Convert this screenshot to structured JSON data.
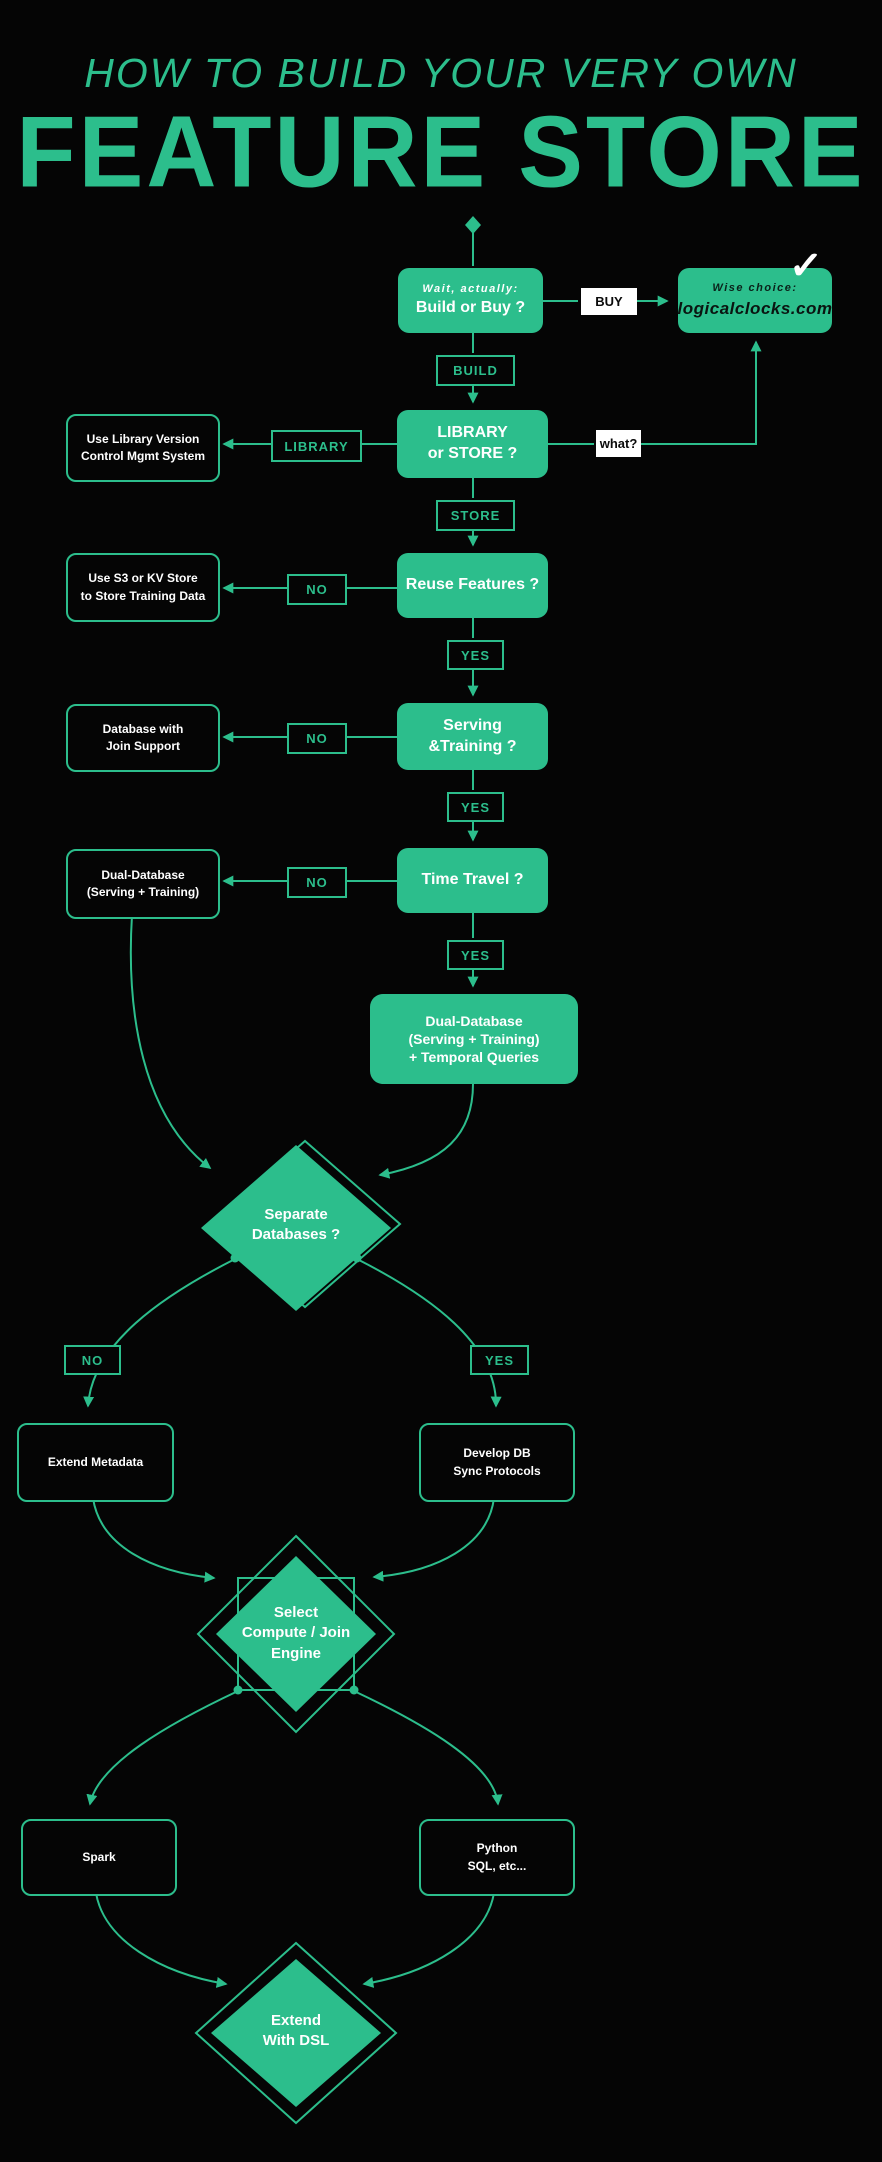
{
  "colors": {
    "accent": "#2cbe8c",
    "background": "#050505",
    "white_tag_bg": "#ffffff",
    "white_text": "#ffffff",
    "dark_text": "#0b0b0b"
  },
  "title": {
    "line1": "HOW TO BUILD YOUR VERY OWN",
    "line2": "FEATURE STORE"
  },
  "labels": {
    "buy": "BUY",
    "build": "BUILD",
    "store": "STORE",
    "library": "LIBRARY",
    "what": "what?",
    "no": "NO",
    "yes": "YES"
  },
  "icons": {
    "checkmark": "✓"
  },
  "nodes": {
    "build_or_buy": {
      "pre": "Wait, actually:",
      "title": "Build or Buy ?"
    },
    "wise_choice": {
      "pre": "Wise choice:",
      "title": "logicalclocks.com"
    },
    "library_or_store": {
      "line1": "LIBRARY",
      "line2": "or STORE ?"
    },
    "use_library": {
      "line1": "Use Library Version",
      "line2": "Control Mgmt System"
    },
    "reuse_features": {
      "title": "Reuse Features ?"
    },
    "use_s3": {
      "line1": "Use S3 or KV Store",
      "line2": "to Store Training Data"
    },
    "serving_training": {
      "line1": "Serving",
      "line2": "&Training ?"
    },
    "database_join": {
      "line1": "Database with",
      "line2": "Join Support"
    },
    "time_travel": {
      "title": "Time Travel ?"
    },
    "dual_database": {
      "line1": "Dual-Database",
      "line2": "(Serving + Training)"
    },
    "dual_database_temporal": {
      "line1": "Dual-Database",
      "line2": "(Serving + Training)",
      "line3": "+ Temporal Queries"
    },
    "separate_databases": {
      "line1": "Separate",
      "line2": "Databases ?"
    },
    "extend_metadata": {
      "title": "Extend Metadata"
    },
    "develop_db_sync": {
      "line1": "Develop DB",
      "line2": "Sync Protocols"
    },
    "select_compute": {
      "line1": "Select",
      "line2": "Compute / Join",
      "line3": "Engine"
    },
    "spark": {
      "title": "Spark"
    },
    "python_sql": {
      "line1": "Python",
      "line2": "SQL, etc..."
    },
    "extend_dsl": {
      "line1": "Extend",
      "line2": "With DSL"
    }
  }
}
